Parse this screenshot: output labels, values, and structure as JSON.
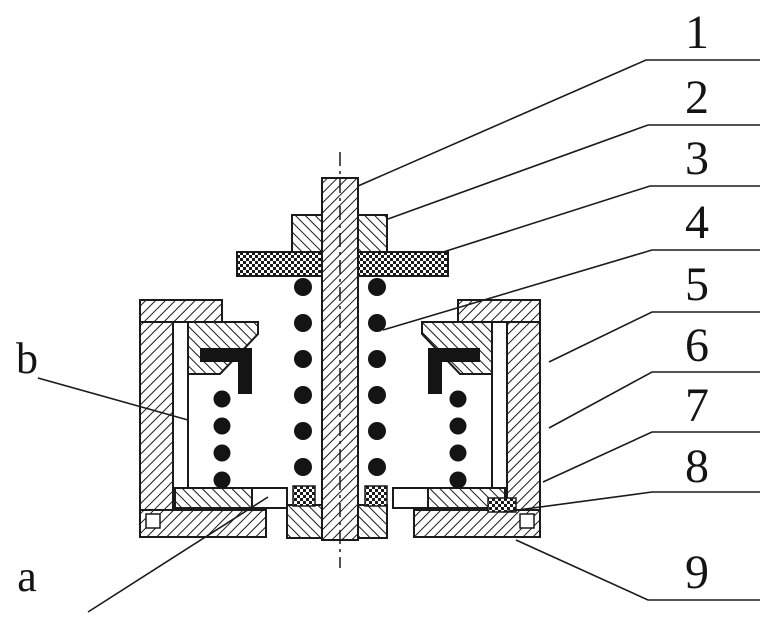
{
  "colors": {
    "ink": "#1a1a1a",
    "background": "#ffffff"
  },
  "callouts": {
    "right": [
      "1",
      "2",
      "3",
      "4",
      "5",
      "6",
      "7",
      "8",
      "9"
    ],
    "left": [
      "b",
      "a"
    ]
  }
}
